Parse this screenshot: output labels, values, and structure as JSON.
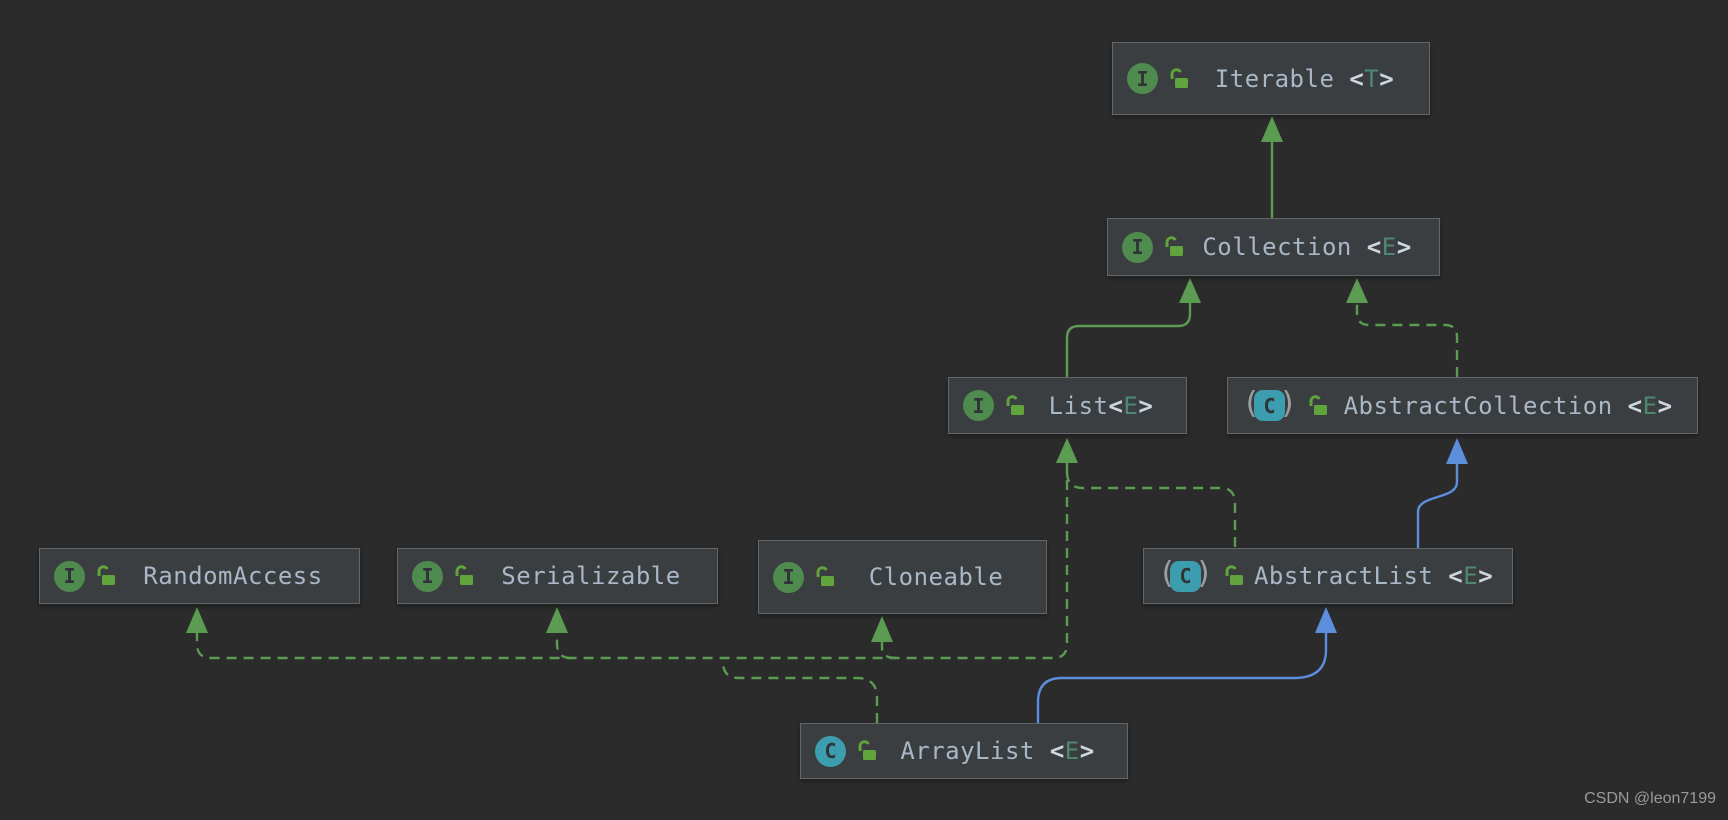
{
  "diagram": {
    "glyphs": {
      "interface_letter": "I",
      "class_letter": "C",
      "paren_open": "(",
      "paren_close": ")",
      "lock_icon": "open-padlock"
    },
    "nodes": {
      "iterable": {
        "kind": "interface",
        "name": "Iterable ",
        "lt": "<",
        "param": "T",
        "gt": ">"
      },
      "collection": {
        "kind": "interface",
        "name": "Collection ",
        "lt": "<",
        "param": "E",
        "gt": ">"
      },
      "list": {
        "kind": "interface",
        "name": "List",
        "lt": "<",
        "param": "E",
        "gt": ">"
      },
      "abstractCollection": {
        "kind": "abstract-class",
        "name": "AbstractCollection ",
        "lt": "<",
        "param": "E",
        "gt": ">"
      },
      "randomAccess": {
        "kind": "interface",
        "name": "RandomAccess"
      },
      "serializable": {
        "kind": "interface",
        "name": "Serializable"
      },
      "cloneable": {
        "kind": "interface",
        "name": "Cloneable"
      },
      "abstractList": {
        "kind": "abstract-class",
        "name": "AbstractList ",
        "lt": "<",
        "param": "E",
        "gt": ">"
      },
      "arrayList": {
        "kind": "class",
        "name": "ArrayList ",
        "lt": "<",
        "param": "E",
        "gt": ">"
      }
    },
    "relationships": [
      {
        "from": "Collection",
        "to": "Iterable",
        "style": "green-solid"
      },
      {
        "from": "List",
        "to": "Collection",
        "style": "green-solid"
      },
      {
        "from": "AbstractCollection",
        "to": "Collection",
        "style": "green-dashed"
      },
      {
        "from": "AbstractList",
        "to": "List",
        "style": "green-dashed"
      },
      {
        "from": "AbstractList",
        "to": "AbstractCollection",
        "style": "blue-solid"
      },
      {
        "from": "ArrayList",
        "to": "List",
        "style": "green-dashed"
      },
      {
        "from": "ArrayList",
        "to": "RandomAccess",
        "style": "green-dashed"
      },
      {
        "from": "ArrayList",
        "to": "Serializable",
        "style": "green-dashed"
      },
      {
        "from": "ArrayList",
        "to": "Cloneable",
        "style": "green-dashed"
      },
      {
        "from": "ArrayList",
        "to": "AbstractList",
        "style": "blue-solid"
      }
    ],
    "colors": {
      "background": "#2b2b2b",
      "node_fill": "#3b3e40",
      "node_border": "#64676a",
      "text": "#a9b7c6",
      "bracket": "#ccd6e0",
      "type_param": "#4e8872",
      "edge_green": "#5b9c52",
      "edge_blue": "#5c8edc",
      "icon_interface": "#4f8a4f",
      "icon_class": "#3c9dae",
      "icon_letter": "#2f3335",
      "lock_green": "#61a33c",
      "paren": "#9aa0a4",
      "watermark": "#9a9a9a"
    },
    "watermark": "CSDN @leon7199"
  }
}
